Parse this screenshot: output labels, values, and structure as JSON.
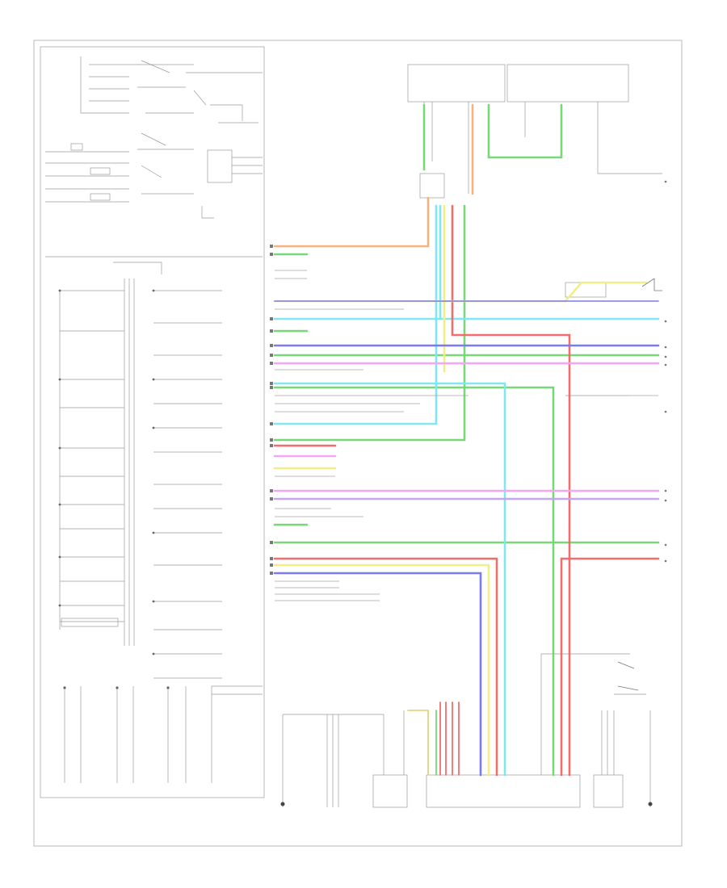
{
  "sheet": {
    "footer_left": "",
    "footer_page": ""
  },
  "colors": {
    "frame": "#bbbbbb",
    "line": "#8a8a8a",
    "orange": "#f7b27c",
    "green": "#78d878",
    "cyan": "#7fe6f2",
    "red": "#f26e6e",
    "yellow": "#f2ee86",
    "blue": "#7a7af2",
    "pink": "#f3a6f3",
    "violet": "#c4a6f2"
  },
  "wires": [
    {
      "id": "w-orange-top",
      "color": "orange"
    },
    {
      "id": "w-green-1",
      "color": "green"
    },
    {
      "id": "w-cyan-1",
      "color": "cyan"
    },
    {
      "id": "w-red-1",
      "color": "red"
    },
    {
      "id": "w-yellow-1",
      "color": "yellow"
    },
    {
      "id": "w-blue-1",
      "color": "blue"
    },
    {
      "id": "w-pink-1",
      "color": "pink"
    }
  ]
}
